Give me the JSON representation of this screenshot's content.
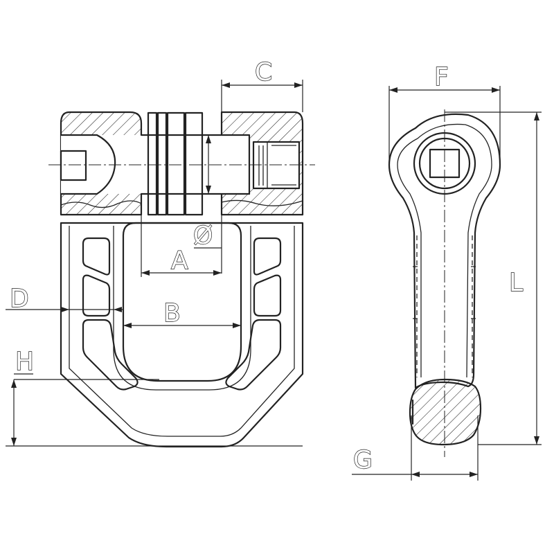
{
  "labels": {
    "a": "A",
    "b": "B",
    "c": "C",
    "d": "D",
    "f": "F",
    "g": "G",
    "h": "H",
    "l": "L",
    "phi": "Ø"
  }
}
